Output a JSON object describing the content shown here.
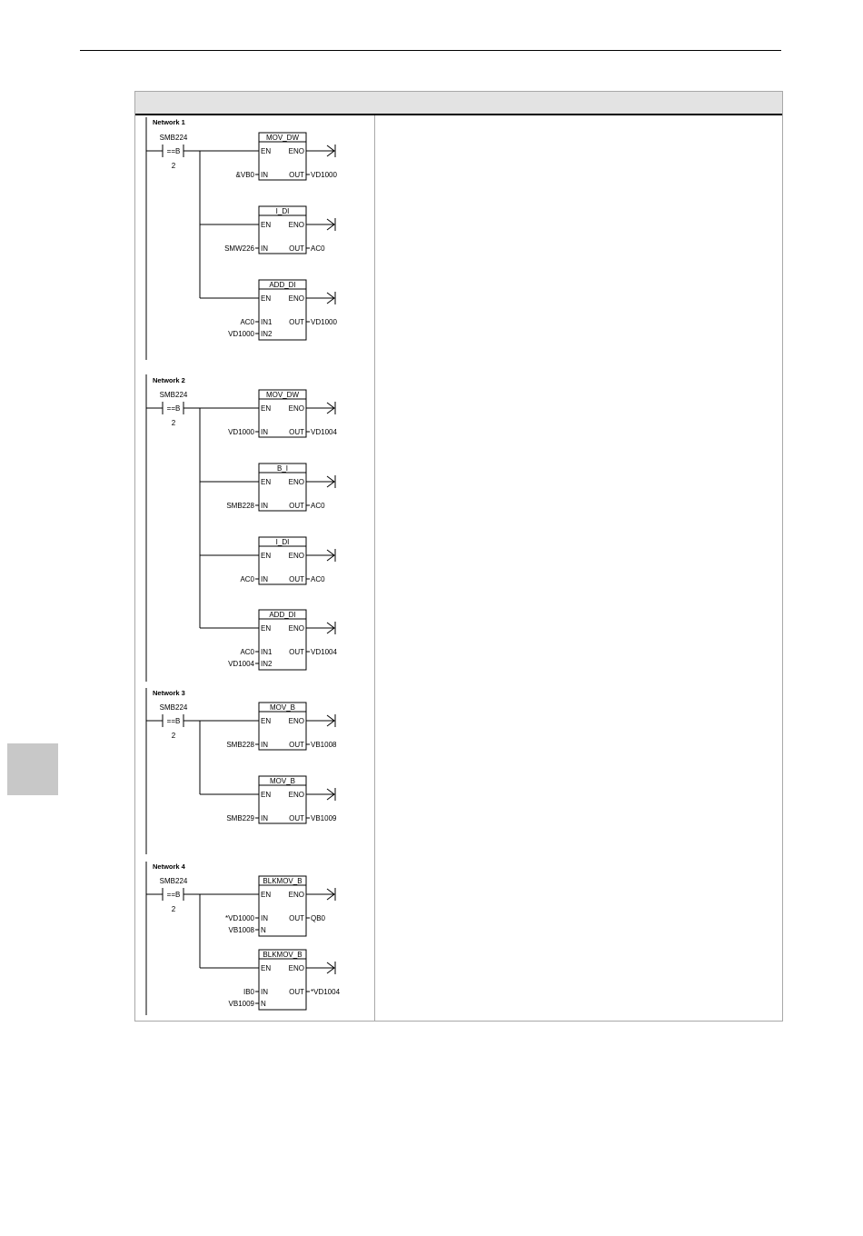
{
  "networks": [
    {
      "label": "Network 1",
      "contact": {
        "address": "SMB224",
        "op": "==B",
        "value": "2"
      },
      "boxes": [
        {
          "title": "MOV_DW",
          "en": "EN",
          "eno": "ENO",
          "inputs": [
            {
              "pin": "IN",
              "operand": "&VB0"
            }
          ],
          "outputs": [
            {
              "pin": "OUT",
              "operand": "VD1000"
            }
          ]
        },
        {
          "title": "I_DI",
          "en": "EN",
          "eno": "ENO",
          "inputs": [
            {
              "pin": "IN",
              "operand": "SMW226"
            }
          ],
          "outputs": [
            {
              "pin": "OUT",
              "operand": "AC0"
            }
          ]
        },
        {
          "title": "ADD_DI",
          "en": "EN",
          "eno": "ENO",
          "inputs": [
            {
              "pin": "IN1",
              "operand": "AC0"
            },
            {
              "pin": "IN2",
              "operand": "VD1000"
            }
          ],
          "outputs": [
            {
              "pin": "OUT",
              "operand": "VD1000"
            }
          ]
        }
      ]
    },
    {
      "label": "Network 2",
      "contact": {
        "address": "SMB224",
        "op": "==B",
        "value": "2"
      },
      "boxes": [
        {
          "title": "MOV_DW",
          "en": "EN",
          "eno": "ENO",
          "inputs": [
            {
              "pin": "IN",
              "operand": "VD1000"
            }
          ],
          "outputs": [
            {
              "pin": "OUT",
              "operand": "VD1004"
            }
          ]
        },
        {
          "title": "B_I",
          "en": "EN",
          "eno": "ENO",
          "inputs": [
            {
              "pin": "IN",
              "operand": "SMB228"
            }
          ],
          "outputs": [
            {
              "pin": "OUT",
              "operand": "AC0"
            }
          ]
        },
        {
          "title": "I_DI",
          "en": "EN",
          "eno": "ENO",
          "inputs": [
            {
              "pin": "IN",
              "operand": "AC0"
            }
          ],
          "outputs": [
            {
              "pin": "OUT",
              "operand": "AC0"
            }
          ]
        },
        {
          "title": "ADD_DI",
          "en": "EN",
          "eno": "ENO",
          "inputs": [
            {
              "pin": "IN1",
              "operand": "AC0"
            },
            {
              "pin": "IN2",
              "operand": "VD1004"
            }
          ],
          "outputs": [
            {
              "pin": "OUT",
              "operand": "VD1004"
            }
          ]
        }
      ]
    },
    {
      "label": "Network 3",
      "contact": {
        "address": "SMB224",
        "op": "==B",
        "value": "2"
      },
      "boxes": [
        {
          "title": "MOV_B",
          "en": "EN",
          "eno": "ENO",
          "inputs": [
            {
              "pin": "IN",
              "operand": "SMB228"
            }
          ],
          "outputs": [
            {
              "pin": "OUT",
              "operand": "VB1008"
            }
          ]
        },
        {
          "title": "MOV_B",
          "en": "EN",
          "eno": "ENO",
          "inputs": [
            {
              "pin": "IN",
              "operand": "SMB229"
            }
          ],
          "outputs": [
            {
              "pin": "OUT",
              "operand": "VB1009"
            }
          ]
        }
      ]
    },
    {
      "label": "Network 4",
      "contact": {
        "address": "SMB224",
        "op": "==B",
        "value": "2"
      },
      "boxes": [
        {
          "title": "BLKMOV_B",
          "en": "EN",
          "eno": "ENO",
          "inputs": [
            {
              "pin": "IN",
              "operand": "*VD1000"
            },
            {
              "pin": "N",
              "operand": "VB1008"
            }
          ],
          "outputs": [
            {
              "pin": "OUT",
              "operand": "QB0"
            }
          ]
        },
        {
          "title": "BLKMOV_B",
          "en": "EN",
          "eno": "ENO",
          "inputs": [
            {
              "pin": "IN",
              "operand": "IB0"
            },
            {
              "pin": "N",
              "operand": "VB1009"
            }
          ],
          "outputs": [
            {
              "pin": "OUT",
              "operand": "*VD1004"
            }
          ]
        }
      ]
    }
  ]
}
